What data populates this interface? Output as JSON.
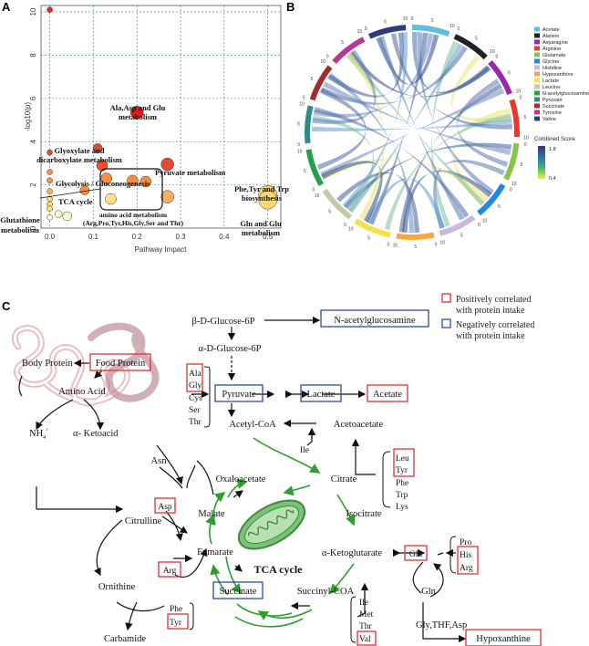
{
  "panels": {
    "a": {
      "label": "A",
      "xlabel": "Pathway Impact",
      "ylabel": "-log10(p)",
      "xticks": [
        "0.0",
        "0.1",
        "0.2",
        "0.3",
        "0.4",
        "0.5"
      ],
      "yticks": [
        "0",
        "2",
        "4",
        "6",
        "8",
        "10"
      ],
      "annotations": {
        "ala": [
          "Ala,Asp and  Glu",
          "metabolism"
        ],
        "glyox": [
          "Glyoxylate and",
          "dicarboxylate metabolism"
        ],
        "pyr": "Pyruvate metabolism",
        "glyc": "Glycolysis / Gluconeogenesis",
        "tca": "TCA cycle",
        "glut": [
          "Glutathione",
          "metabolism"
        ],
        "amino": [
          "amino acid metabolism",
          "(Arg,Pro,Tyr,His,Gly,Ser and Thr)"
        ],
        "phe": [
          "Phe,Tyr and Trp",
          "biosynthesis"
        ],
        "gln": [
          "Gln and Glu",
          "metabolism"
        ]
      }
    },
    "b": {
      "label": "B",
      "legend": [
        "Acetate",
        "Alanine",
        "Asparagine",
        "Arginine",
        "Glutamate",
        "Glycine",
        "Histidine",
        "Hypoxanthine",
        "Lactate",
        "Leucine",
        "N-acetylglucosamine",
        "Pyruvate",
        "Succinate",
        "Tyrosine",
        "Valine"
      ],
      "legend_colors": [
        "#5bc0de",
        "#222222",
        "#9c27b0",
        "#e53935",
        "#8bc34a",
        "#1e88e5",
        "#c9b7dd",
        "#f4a93b",
        "#f4e04d",
        "#c8c8a9",
        "#24a148",
        "#2e8b8b",
        "#a02c2c",
        "#b23b8e",
        "#2f3b7a"
      ],
      "colorbar_title": "Combined Score",
      "colorbar_max": "1.8",
      "colorbar_min": "0.4"
    },
    "c": {
      "label": "C",
      "legend_pos": [
        "Positively correlated",
        "with protein intake"
      ],
      "legend_neg": [
        "Negatively correlated",
        "with protein intake"
      ],
      "metabolites": {
        "bdglucose": "β-D-Glucose-6P",
        "nacetyl": "N-acetylglucosamine",
        "adglucose": "α-D-Glucose-6P",
        "bodyprotein": "Body Protein",
        "foodprotein": "Food Protein",
        "aminoacid": "Amino Acid",
        "nh4": "NH",
        "nh4sub": "4",
        "nh4sup": "+",
        "ketoacid": "α- Ketoacid",
        "ala": "Ala",
        "gly": "Gly",
        "cys": "Cys",
        "ser": "Ser",
        "thr": "Thr",
        "pyruvate": "Pyruvate",
        "lactate": "Lactate",
        "acetate": "Acetate",
        "acetylcoa": "Acetyl-CoA",
        "acetoacetate": "Acetoacetate",
        "ile1": "Ile",
        "leu": "Leu",
        "tyr1": "Tyr",
        "phe1": "Phe",
        "trp": "Trp",
        "lys": "Lys",
        "asn": "Asn",
        "oxaloacetate": "Oxaloacetate",
        "citrate": "Citrate",
        "asp": "Asp",
        "malate": "Malate",
        "isocitrate": "Isocitrate",
        "citrulline": "Citrulline",
        "fumarate": "Fumarate",
        "akg": "α-Ketoglutarate",
        "glu": "Glu",
        "pro": "Pro",
        "his": "His",
        "arg2": "Arg",
        "tcacycle": "TCA cycle",
        "arg": "Arg",
        "ornithine": "Ornithine",
        "succinate": "Succinate",
        "succoa": "Succinyl-COA",
        "gln": "Gln",
        "phe2": "Phe",
        "tyr2": "Tyr",
        "ile2": "Ile",
        "met": "Met",
        "thr2": "Thr",
        "val": "Val",
        "glythf": "Gly,THF,Asp",
        "hypox": "Hypoxanthine",
        "carbamide": "Carbamide"
      }
    }
  },
  "chart_data": {
    "type": "scatter",
    "xlabel": "Pathway Impact",
    "ylabel": "-log10(p)",
    "xlim": [
      -0.02,
      0.53
    ],
    "ylim": [
      0,
      10.3
    ],
    "grid": true,
    "points": [
      {
        "x": 0.0,
        "y": 10.1,
        "size": 3,
        "color": "#d7301f"
      },
      {
        "x": 0.2,
        "y": 5.35,
        "size": 7,
        "color": "#e31a1c"
      },
      {
        "x": 0.11,
        "y": 3.7,
        "size": 5,
        "color": "#e34a33"
      },
      {
        "x": 0.0,
        "y": 3.5,
        "size": 3,
        "color": "#e34a33"
      },
      {
        "x": 0.12,
        "y": 2.9,
        "size": 6,
        "color": "#fc4e2a"
      },
      {
        "x": 0.27,
        "y": 2.95,
        "size": 7,
        "color": "#e34a33"
      },
      {
        "x": 0.0,
        "y": 2.6,
        "size": 3,
        "color": "#fc8d59"
      },
      {
        "x": 0.0,
        "y": 2.2,
        "size": 3,
        "color": "#fc8d59"
      },
      {
        "x": 0.13,
        "y": 2.3,
        "size": 6,
        "color": "#fd8d3c"
      },
      {
        "x": 0.19,
        "y": 2.2,
        "size": 6,
        "color": "#fd8d3c"
      },
      {
        "x": 0.22,
        "y": 2.15,
        "size": 6,
        "color": "#fd8d3c"
      },
      {
        "x": 0.08,
        "y": 1.75,
        "size": 5,
        "color": "#fd8d3c"
      },
      {
        "x": 0.0,
        "y": 1.7,
        "size": 3,
        "color": "#fdae61"
      },
      {
        "x": 0.0,
        "y": 1.35,
        "size": 3,
        "color": "#fed976"
      },
      {
        "x": 0.0,
        "y": 1.1,
        "size": 3,
        "color": "#fed976"
      },
      {
        "x": 0.0,
        "y": 0.9,
        "size": 3,
        "color": "#fed976"
      },
      {
        "x": 0.27,
        "y": 1.45,
        "size": 7,
        "color": "#fdae61"
      },
      {
        "x": 0.14,
        "y": 1.35,
        "size": 6,
        "color": "#fee08b"
      },
      {
        "x": 0.02,
        "y": 0.65,
        "size": 4,
        "color": "#ffffcc"
      },
      {
        "x": 0.04,
        "y": 0.55,
        "size": 5,
        "color": "#ffffcc"
      },
      {
        "x": 0.0,
        "y": 0.5,
        "size": 3,
        "color": "#ffffcc"
      },
      {
        "x": 0.5,
        "y": 1.55,
        "size": 10,
        "color": "#fecc5c"
      },
      {
        "x": 0.5,
        "y": 1.3,
        "size": 10,
        "color": "#fed976"
      }
    ]
  }
}
